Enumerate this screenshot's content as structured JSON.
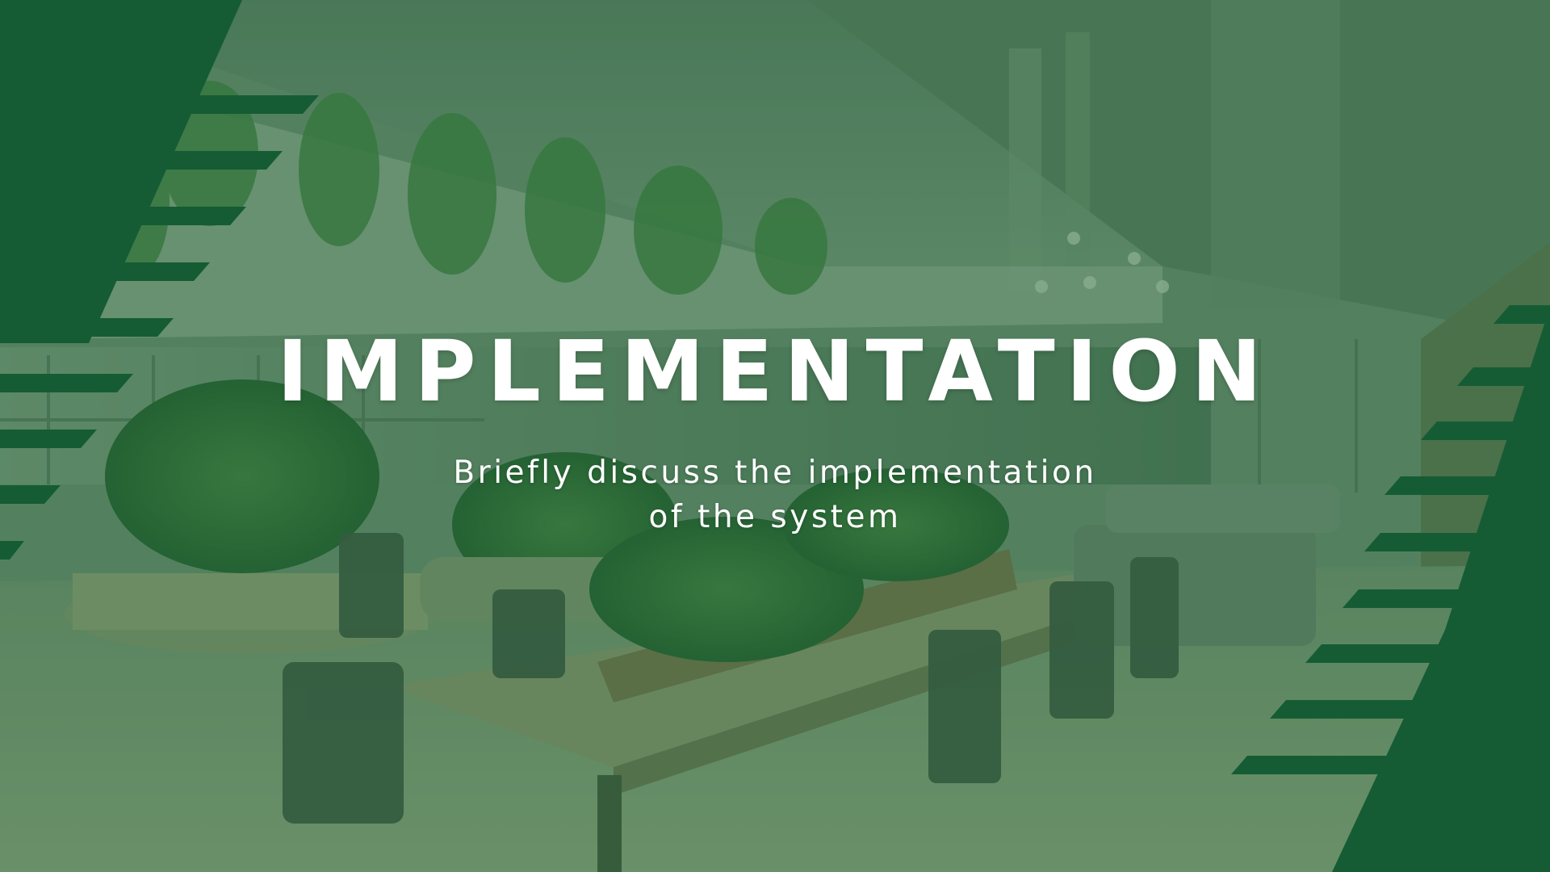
{
  "slide": {
    "title": "IMPLEMENTATION",
    "subtitle_line1": "Briefly discuss the implementation",
    "subtitle_line2": "of the system"
  },
  "background": {
    "photo": "office interior with hanging plants, planters, desks and chairs",
    "tint_color": "#1c6b3f"
  },
  "decor": {
    "accent_color": "#155c35",
    "shapes": [
      "left-stripe-decoration",
      "right-stripe-decoration"
    ]
  }
}
